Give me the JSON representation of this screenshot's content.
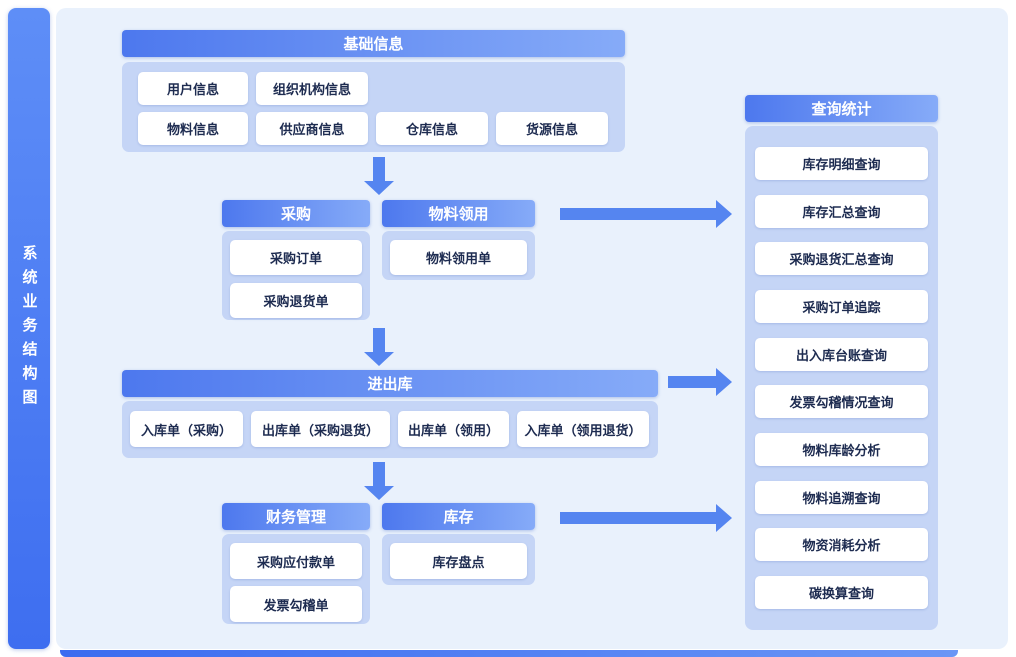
{
  "sidebar": {
    "title": "系统业务结构图"
  },
  "sections": {
    "base": {
      "header": "基础信息",
      "items": [
        "用户信息",
        "组织机构信息",
        "物料信息",
        "供应商信息",
        "仓库信息",
        "货源信息"
      ]
    },
    "purchase": {
      "header": "采购",
      "items": [
        "采购订单",
        "采购退货单"
      ]
    },
    "requisition": {
      "header": "物料领用",
      "items": [
        "物料领用单"
      ]
    },
    "inout": {
      "header": "进出库",
      "items": [
        "入库单（采购）",
        "出库单（采购退货）",
        "出库单（领用）",
        "入库单（领用退货）"
      ]
    },
    "finance": {
      "header": "财务管理",
      "items": [
        "采购应付款单",
        "发票勾稽单"
      ]
    },
    "stock": {
      "header": "库存",
      "items": [
        "库存盘点"
      ]
    },
    "query": {
      "header": "查询统计",
      "items": [
        "库存明细查询",
        "库存汇总查询",
        "采购退货汇总查询",
        "采购订单追踪",
        "出入库台账查询",
        "发票勾稽情况查询",
        "物料库龄分析",
        "物料追溯查询",
        "物资消耗分析",
        "碳换算查询"
      ]
    }
  },
  "colors": {
    "header_gradient_start": "#4d78ee",
    "header_gradient_end": "#86abf8",
    "container_bg": "#c5d5f6",
    "panel_bg": "#e9f1fc",
    "arrow": "#5585f0",
    "sidebar_gradient_start": "#5e8ef7",
    "sidebar_gradient_end": "#3e6ef0"
  }
}
